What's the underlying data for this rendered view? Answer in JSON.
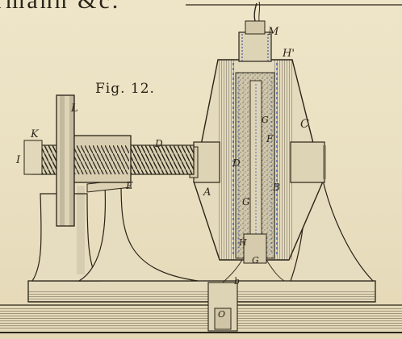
{
  "header": {
    "text": "rmann &c."
  },
  "figure": {
    "caption": "Fig. 12."
  },
  "labels": {
    "M": "M",
    "H_prime": "H'",
    "L": "L",
    "K": "K",
    "I": "I",
    "C": "C",
    "D_screw": "D",
    "E": "E",
    "A": "A",
    "B": "B",
    "D_inner": "D",
    "F": "F",
    "G_upper": "G",
    "G_mid": "G",
    "H": "H",
    "G_low": "G",
    "b": "b",
    "O": "O"
  },
  "colors": {
    "ink": "#2a2418",
    "paper": "#ece2c4",
    "blue_accent": "#3b5fa8",
    "speckle": "#6b6456"
  }
}
